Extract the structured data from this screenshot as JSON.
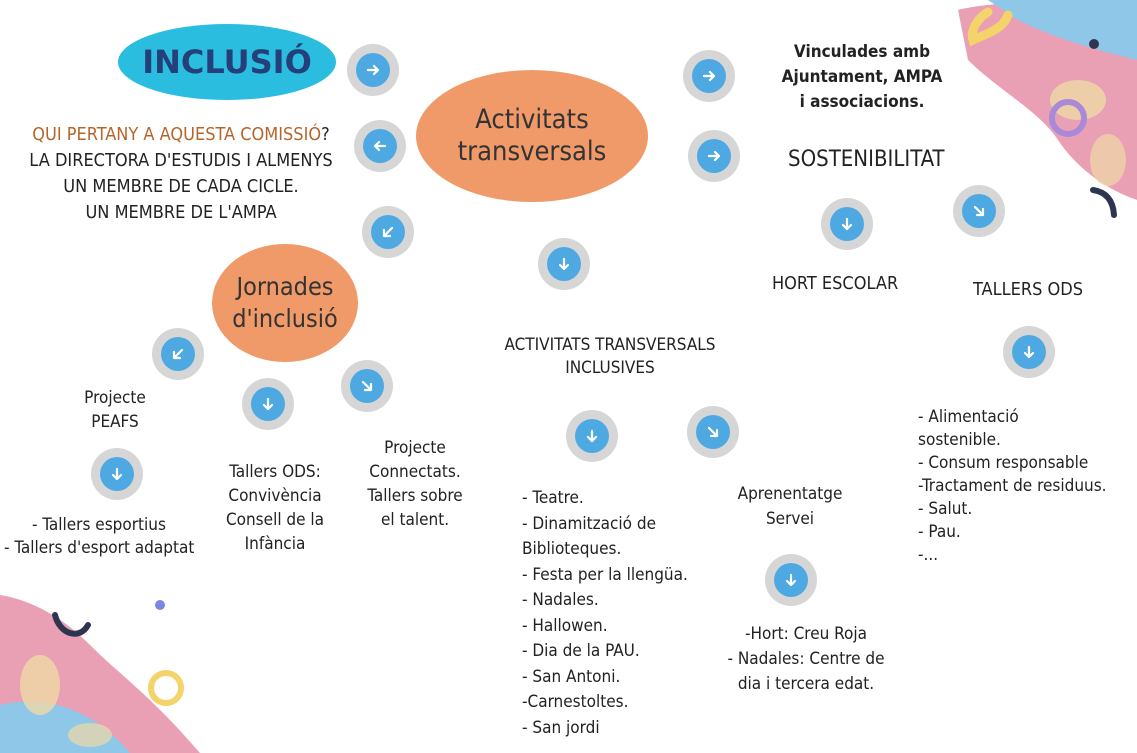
{
  "colors": {
    "inclusio_oval": "#2bbde0",
    "activitats_oval": "#f09a6a",
    "jornades_oval": "#f09a6a",
    "arrow_fill": "#4ea9e2",
    "arrow_ring": "#d6d6d6",
    "question_accent": "#b5652b",
    "deco_pink": "#e9a0b5",
    "deco_blue": "#8fc7e8",
    "deco_yellow": "#f3d36a",
    "deco_purple": "#a98ad9",
    "deco_navy": "#2d3550"
  },
  "inclusio": {
    "title": "INCLUSIÓ"
  },
  "activitats": {
    "title_line1": "Activitats",
    "title_line2": "transversals"
  },
  "jornades": {
    "title_line1": "Jornades",
    "title_line2": "d'inclusió"
  },
  "membership": {
    "question": "QUI PERTANY A AQUESTA COMISSIÓ",
    "question_mark": "?",
    "line1": "LA DIRECTORA D'ESTUDIS I ALMENYS",
    "line2": "UN MEMBRE DE CADA CICLE.",
    "line3": "UN MEMBRE DE L'AMPA"
  },
  "vinculades": {
    "line1": "Vinculades amb",
    "line2": "Ajuntament, AMPA",
    "line3": "i associacions."
  },
  "sostenibilitat": {
    "title": "SOSTENIBILITAT",
    "hort": "HORT ESCOLAR",
    "tallers_ods": "TALLERS ODS",
    "list": [
      "- Alimentació",
      "sostenible.",
      "- Consum responsable",
      "-Tractament de residuus.",
      "- Salut.",
      "- Pau.",
      "-..."
    ]
  },
  "transversals_inclusives": {
    "line1": "ACTIVITATS TRANSVERSALS",
    "line2": "INCLUSIVES",
    "list": [
      "- Teatre.",
      "- Dinamització de",
      "Biblioteques.",
      "- Festa per la llengüa.",
      "- Nadales.",
      "- Hallowen.",
      "- Dia de la PAU.",
      "- San Antoni.",
      "-Carnestoltes.",
      "- San jordi"
    ]
  },
  "aprenentatge": {
    "line1": "Aprenentatge",
    "line2": "Servei",
    "list": [
      "-Hort: Creu Roja",
      "- Nadales: Centre de",
      "dia i tercera edat."
    ]
  },
  "peafs": {
    "line1": "Projecte",
    "line2": "PEAFS",
    "list": [
      "- Tallers esportius",
      "- Tallers d'esport adaptat"
    ]
  },
  "tallers_ods_inclusio": {
    "lines": [
      "Tallers ODS:",
      "Convivència",
      "Consell de la",
      "Infància"
    ]
  },
  "connectats": {
    "lines": [
      "Projecte",
      "Connectats.",
      "Tallers sobre",
      "el talent."
    ]
  },
  "icons": {
    "arrows": [
      "arrow-right-icon",
      "arrow-left-icon",
      "arrow-down-icon",
      "arrow-down-left-icon",
      "arrow-down-right-icon"
    ]
  }
}
